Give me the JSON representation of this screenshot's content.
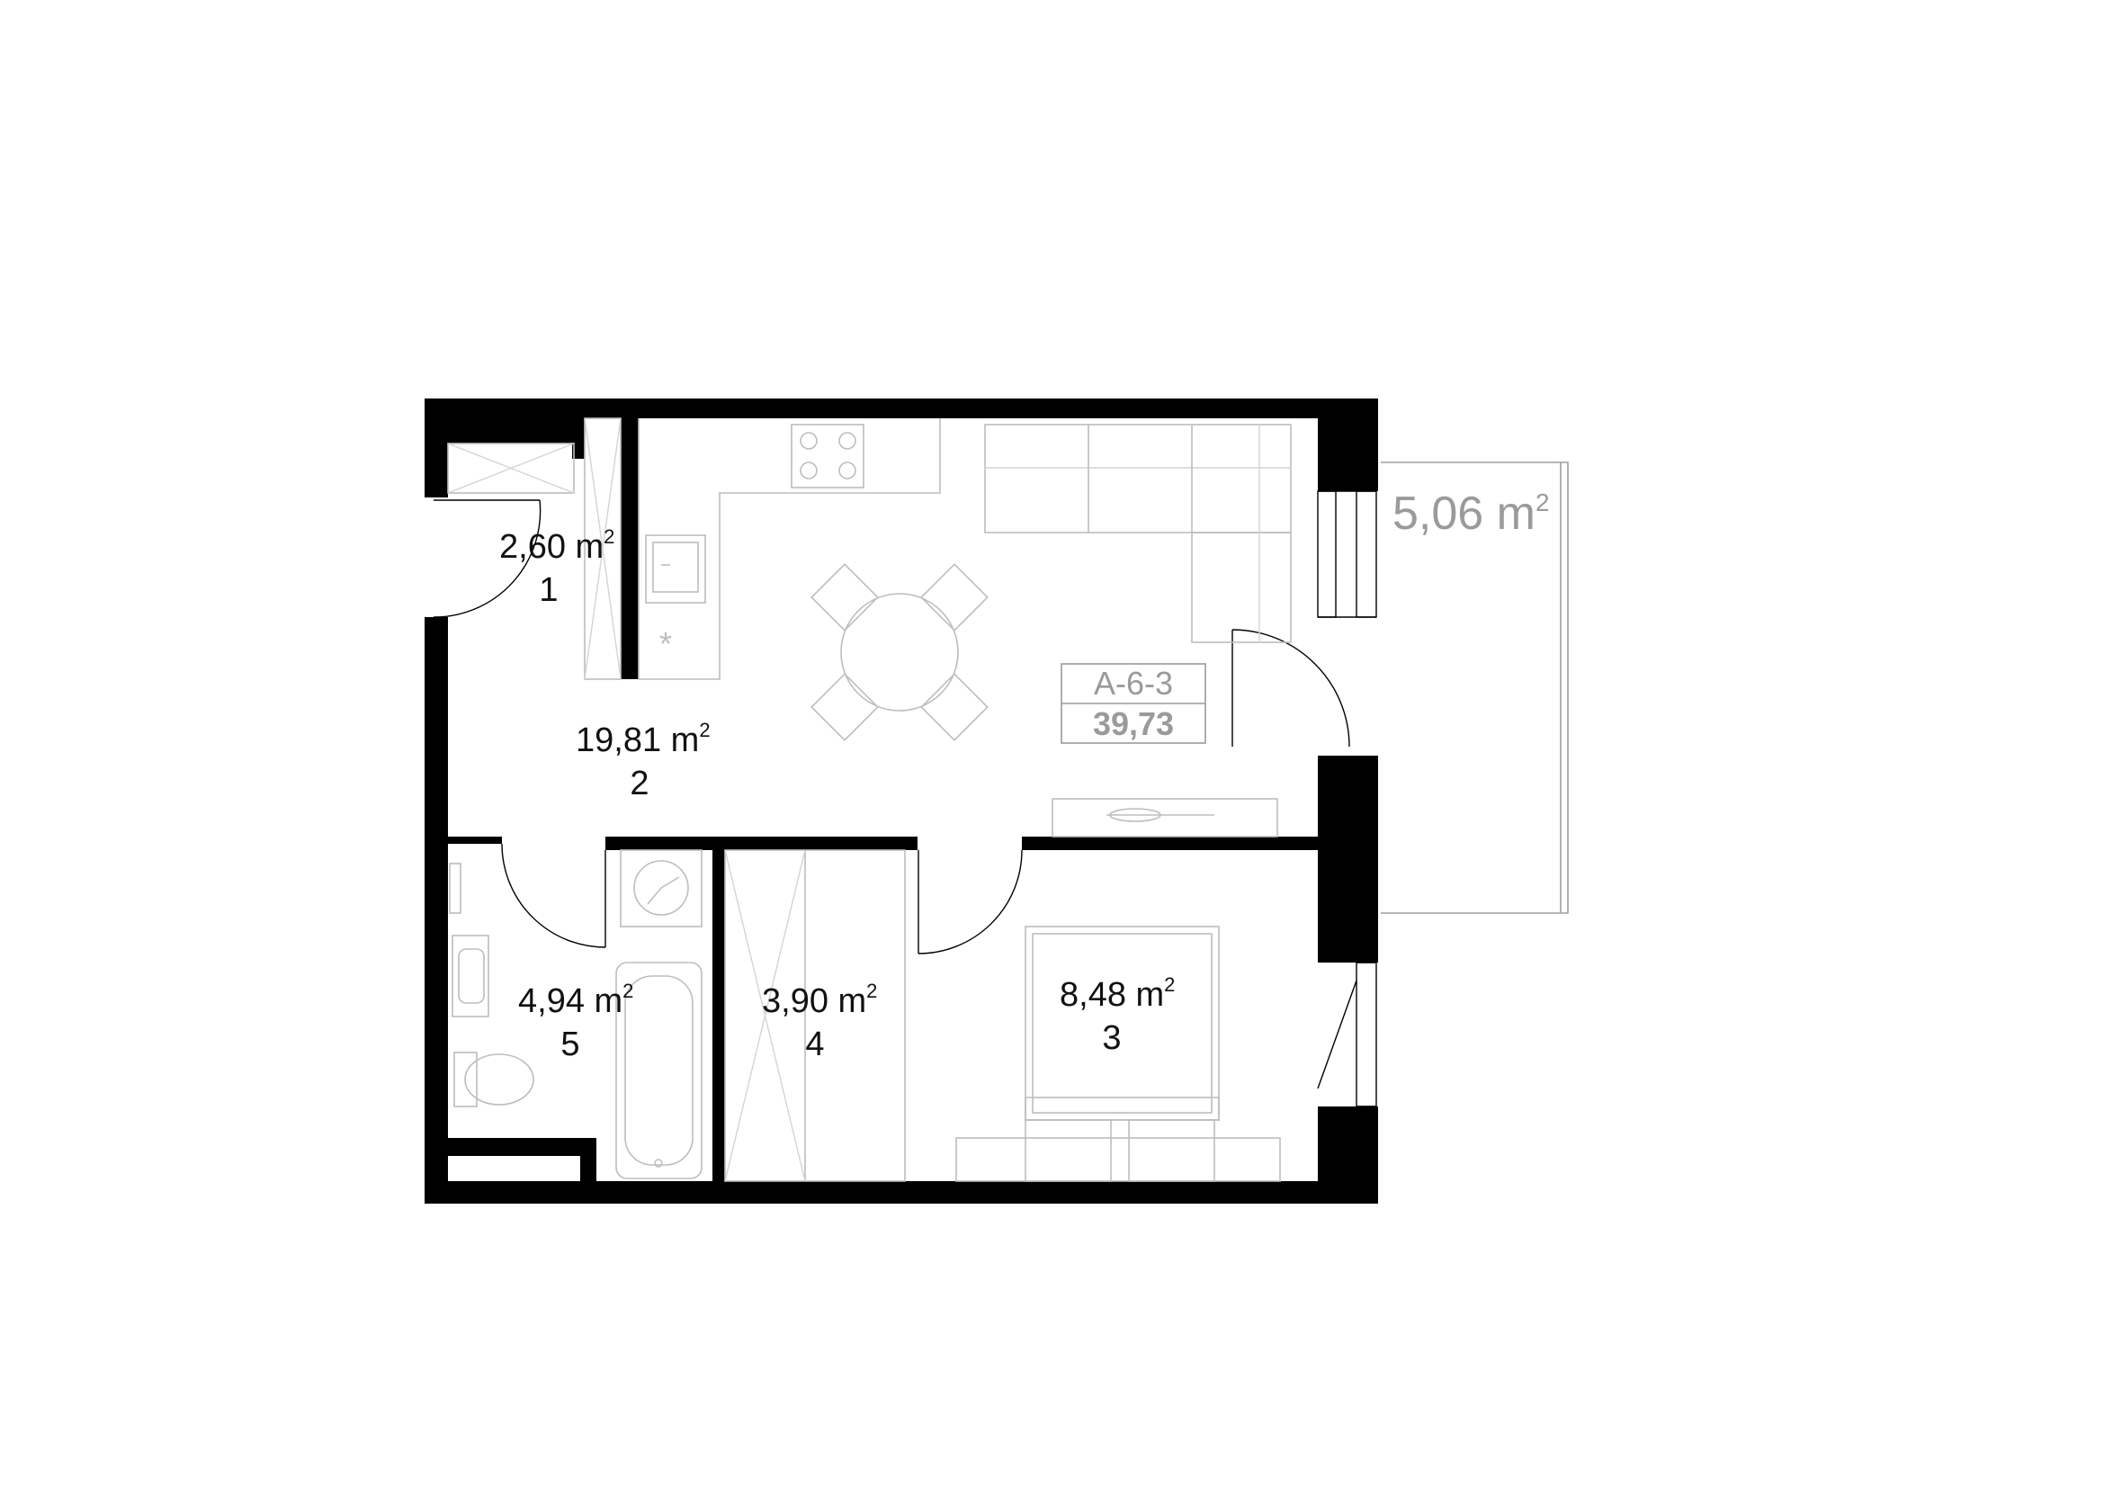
{
  "unit": {
    "code": "A-6-3",
    "total_area": "39,73"
  },
  "balcony": {
    "area": "5,06 m",
    "sup": "2"
  },
  "rooms": [
    {
      "area": "2,60  m",
      "sup": "2",
      "number": "1"
    },
    {
      "area": "19,81  m",
      "sup": "2",
      "number": "2"
    },
    {
      "area": "8,48  m",
      "sup": "2",
      "number": "3"
    },
    {
      "area": "3,90  m",
      "sup": "2",
      "number": "4"
    },
    {
      "area": "4,94  m",
      "sup": "2",
      "number": "5"
    }
  ],
  "colors": {
    "wall": "#000000",
    "furniture": "#bdbdbd",
    "muted_text": "#9a9a9a"
  }
}
